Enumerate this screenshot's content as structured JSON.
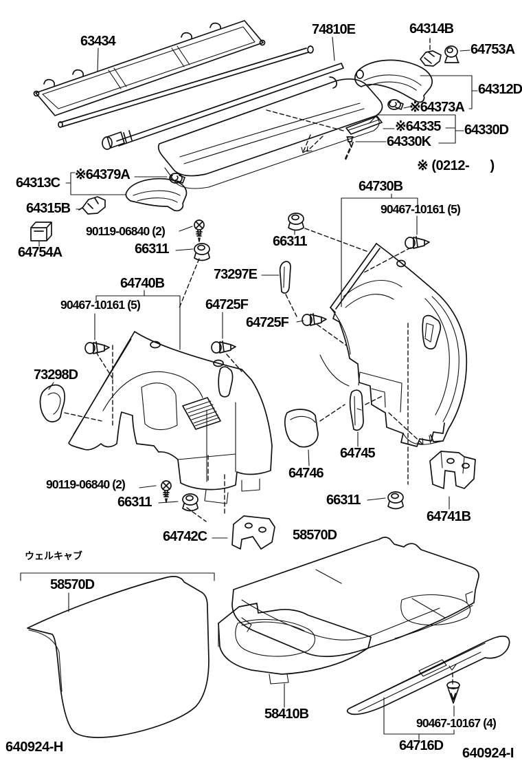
{
  "page": {
    "footer_left": "640924-H",
    "footer_right": "640924-I",
    "production_note": "※ (0212-      )",
    "variant_heading": "ウェルキャブ"
  },
  "callouts": [
    {
      "text": "63434"
    },
    {
      "text": "74810E"
    },
    {
      "text": "64314B"
    },
    {
      "text": "64753A"
    },
    {
      "text": "64312D"
    },
    {
      "text": "※64373A"
    },
    {
      "text": "※64335"
    },
    {
      "text": "64330D"
    },
    {
      "text": "64330K"
    },
    {
      "text": "64730B"
    },
    {
      "text": "90467-10161 (5)"
    },
    {
      "text": "※64379A"
    },
    {
      "text": "64313C"
    },
    {
      "text": "64315B"
    },
    {
      "text": "90119-06840 (2)"
    },
    {
      "text": "66311"
    },
    {
      "text": "64754A"
    },
    {
      "text": "66311"
    },
    {
      "text": "73297E"
    },
    {
      "text": "64740B"
    },
    {
      "text": "90467-10161 (5)"
    },
    {
      "text": "64725F"
    },
    {
      "text": "64725F"
    },
    {
      "text": "73298D"
    },
    {
      "text": "64745"
    },
    {
      "text": "64746"
    },
    {
      "text": "66311"
    },
    {
      "text": "64741B"
    },
    {
      "text": "90119-06840 (2)"
    },
    {
      "text": "66311"
    },
    {
      "text": "64742C"
    },
    {
      "text": "58570D"
    },
    {
      "text": "58570D"
    },
    {
      "text": "58410B"
    },
    {
      "text": "90467-10167 (4)"
    },
    {
      "text": "64716D"
    }
  ]
}
